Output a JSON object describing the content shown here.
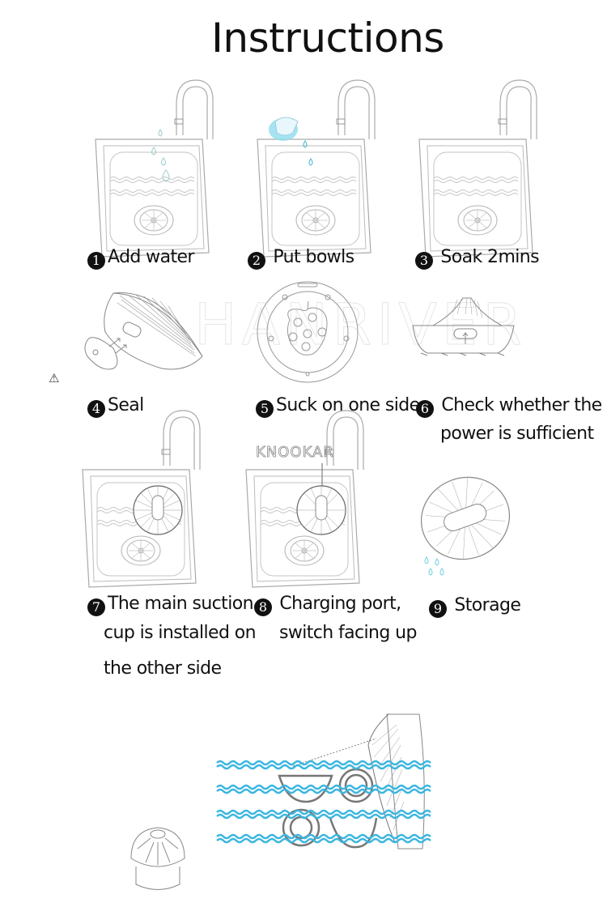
{
  "title": "Instructions",
  "watermark": "HANRIVER",
  "brand_label": "KNOOKAR",
  "warning_icon": "⚠",
  "steps": [
    {
      "num": "1",
      "lines": [
        "Add water"
      ],
      "illustration": "sink-faucet-water-drops"
    },
    {
      "num": "2",
      "lines": [
        "Put bowls"
      ],
      "illustration": "sink-faucet-cup-pouring"
    },
    {
      "num": "3",
      "lines": [
        "Soak 2mins"
      ],
      "illustration": "sink-faucet-soaking"
    },
    {
      "num": "4",
      "lines": [
        "Seal"
      ],
      "illustration": "device-side-seal-cover"
    },
    {
      "num": "5",
      "lines": [
        "Suck on one side"
      ],
      "illustration": "device-bottom-suction"
    },
    {
      "num": "6",
      "lines": [
        "Check whether the",
        "power is sufficient"
      ],
      "illustration": "device-side-power-switch"
    },
    {
      "num": "7",
      "lines": [
        "The main suction",
        "cup is installed on",
        "the other side"
      ],
      "illustration": "sink-device-installed"
    },
    {
      "num": "8",
      "lines": [
        "Charging port,",
        "switch facing up"
      ],
      "illustration": "sink-device-charging-port"
    },
    {
      "num": "9",
      "lines": [
        "Storage"
      ],
      "illustration": "device-top-storage"
    }
  ],
  "bottom_illustration": {
    "description": "device in water with bowls and plates",
    "accessory": "drain-filter-cap"
  },
  "colors": {
    "text": "#111111",
    "line_art": "#9a9a9a",
    "water_blue": "#3bb6e0",
    "drop_teal": "#7fd6e6",
    "watermark": "#e6e6e6"
  }
}
